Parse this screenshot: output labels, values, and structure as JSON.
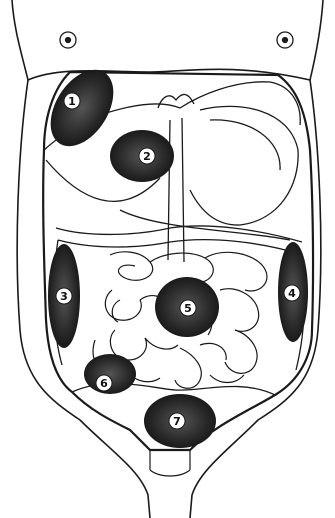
{
  "figure": {
    "line_color": "#1a1a1a",
    "region_color": "#3a3a3a",
    "label_fill": "#ffffff",
    "regions": [
      {
        "label": "1"
      },
      {
        "label": "2"
      },
      {
        "label": "3"
      },
      {
        "label": "4"
      },
      {
        "label": "5"
      },
      {
        "label": "6"
      },
      {
        "label": "7"
      }
    ]
  }
}
